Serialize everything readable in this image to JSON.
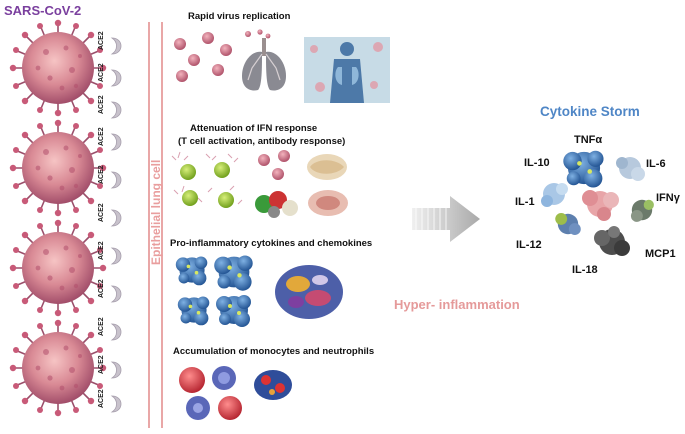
{
  "virus_label": "SARS-CoV-2",
  "receptor_label": "ACE2",
  "cell_label": "Epithelial lung cell",
  "sections": [
    {
      "title": "Rapid virus replication"
    },
    {
      "title_line1": "Attenuation of IFN response",
      "title_line2": "(T cell activation, antibody response)"
    },
    {
      "title": "Pro-inflammatory cytokines and chemokines"
    },
    {
      "title": "Accumulation of monocytes and neutrophils"
    }
  ],
  "hyper_label": "Hyper- inflammation",
  "storm": {
    "title": "Cytokine Storm",
    "cytokines": [
      "TNFα",
      "IL-10",
      "IL-6",
      "IL-1",
      "IFNγ",
      "IL-12",
      "MCP1",
      "IL-18"
    ]
  },
  "colors": {
    "virus_title": "#7a3f9e",
    "divider": "#e9a7a7",
    "hyper": "#e59a9a",
    "storm_title": "#4f86c6"
  },
  "icons": [
    "virus-particle-icon",
    "ace2-receptor-icon",
    "lungs-icon",
    "human-body-icon",
    "arrow-right-icon",
    "protein-cluster-icon"
  ]
}
